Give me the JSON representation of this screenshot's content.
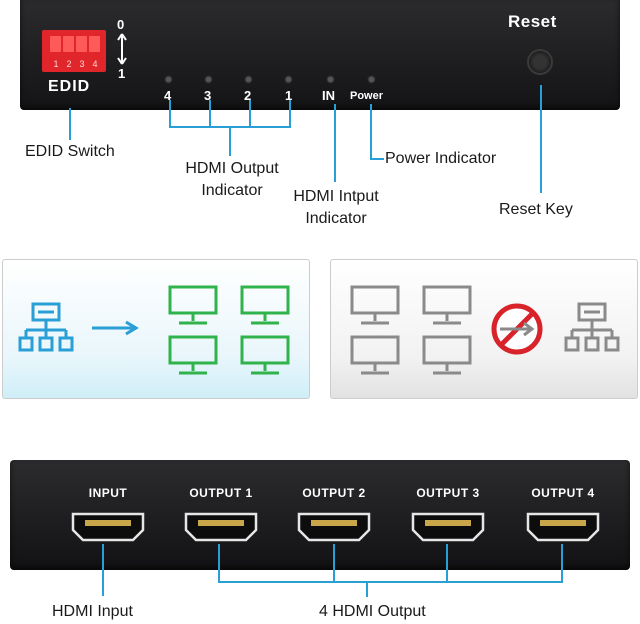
{
  "top_panel": {
    "edid_label": "EDID",
    "dip_numbers": [
      "1",
      "2",
      "3",
      "4"
    ],
    "switch_top": "0",
    "switch_bottom": "1",
    "output_leds": [
      "4",
      "3",
      "2",
      "1"
    ],
    "in_label": "IN",
    "power_label": "Power",
    "reset_label": "Reset"
  },
  "callouts": {
    "edid_switch": "EDID Switch",
    "hdmi_output_indicator_1": "HDMI Output",
    "hdmi_output_indicator_2": "Indicator",
    "hdmi_input_indicator_1": "HDMI Intput",
    "hdmi_input_indicator_2": "Indicator",
    "power_indicator": "Power Indicator",
    "reset_key": "Reset Key"
  },
  "bottom_panel": {
    "ports": [
      "INPUT",
      "OUTPUT 1",
      "OUTPUT 2",
      "OUTPUT 3",
      "OUTPUT 4"
    ]
  },
  "bottom_callouts": {
    "hdmi_input": "HDMI Input",
    "hdmi_output": "4 HDMI Output"
  },
  "colors": {
    "callout_line": "#2a9fd6",
    "source_icon": "#2a9fd6",
    "active_monitor": "#2fb34a",
    "inactive": "#8a8a8a",
    "blocked": "#d9232b"
  },
  "icons": {
    "source": "network-source-icon",
    "monitor": "monitor-icon",
    "arrow": "arrow-right-icon",
    "blocked": "no-entry-icon"
  }
}
